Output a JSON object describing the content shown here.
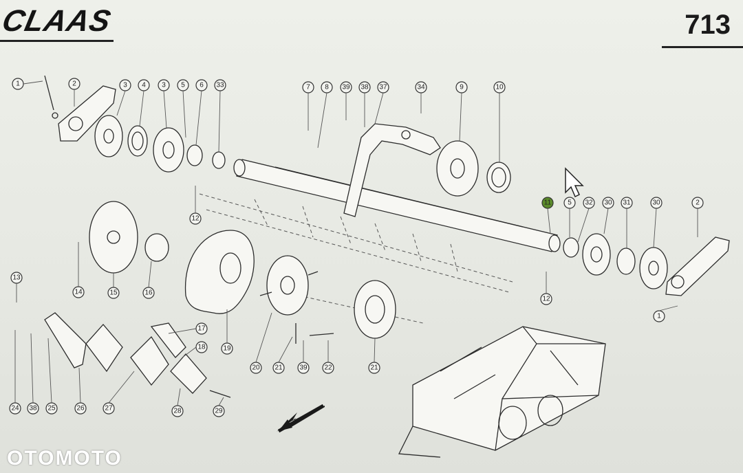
{
  "header": {
    "brand": "CLAAS",
    "page_number": "713"
  },
  "watermark": "OTOMOTO",
  "callouts": [
    {
      "id": "c1a",
      "label": "1"
    },
    {
      "id": "c2a",
      "label": "2"
    },
    {
      "id": "c3a",
      "label": "3"
    },
    {
      "id": "c4",
      "label": "4"
    },
    {
      "id": "c3b",
      "label": "3"
    },
    {
      "id": "c5a",
      "label": "5"
    },
    {
      "id": "c6",
      "label": "6"
    },
    {
      "id": "c33",
      "label": "33"
    },
    {
      "id": "c7",
      "label": "7"
    },
    {
      "id": "c8",
      "label": "8"
    },
    {
      "id": "c39a",
      "label": "39"
    },
    {
      "id": "c38a",
      "label": "38"
    },
    {
      "id": "c37",
      "label": "37"
    },
    {
      "id": "c34",
      "label": "34"
    },
    {
      "id": "c9",
      "label": "9"
    },
    {
      "id": "c10",
      "label": "10"
    },
    {
      "id": "c11",
      "label": "11"
    },
    {
      "id": "c5b",
      "label": "5"
    },
    {
      "id": "c32",
      "label": "32"
    },
    {
      "id": "c30a",
      "label": "30"
    },
    {
      "id": "c31",
      "label": "31"
    },
    {
      "id": "c30b",
      "label": "30"
    },
    {
      "id": "c2b",
      "label": "2"
    },
    {
      "id": "c12a",
      "label": "12"
    },
    {
      "id": "c12b",
      "label": "12"
    },
    {
      "id": "c1b",
      "label": "1"
    },
    {
      "id": "c13",
      "label": "13"
    },
    {
      "id": "c14",
      "label": "14"
    },
    {
      "id": "c15",
      "label": "15"
    },
    {
      "id": "c16",
      "label": "16"
    },
    {
      "id": "c17",
      "label": "17"
    },
    {
      "id": "c18",
      "label": "18"
    },
    {
      "id": "c19",
      "label": "19"
    },
    {
      "id": "c20",
      "label": "20"
    },
    {
      "id": "c21a",
      "label": "21"
    },
    {
      "id": "c39b",
      "label": "39"
    },
    {
      "id": "c22",
      "label": "22"
    },
    {
      "id": "c21b",
      "label": "21"
    },
    {
      "id": "c24",
      "label": "24"
    },
    {
      "id": "c38b",
      "label": "38"
    },
    {
      "id": "c25",
      "label": "25"
    },
    {
      "id": "c26",
      "label": "26"
    },
    {
      "id": "c27",
      "label": "27"
    },
    {
      "id": "c28",
      "label": "28"
    },
    {
      "id": "c29",
      "label": "29"
    }
  ],
  "colors": {
    "highlight_callout": "#5a8a2a",
    "line": "#2b2b2b"
  },
  "icons": {
    "cursor": "mouse-pointer-icon",
    "direction": "direction-arrow-icon"
  }
}
